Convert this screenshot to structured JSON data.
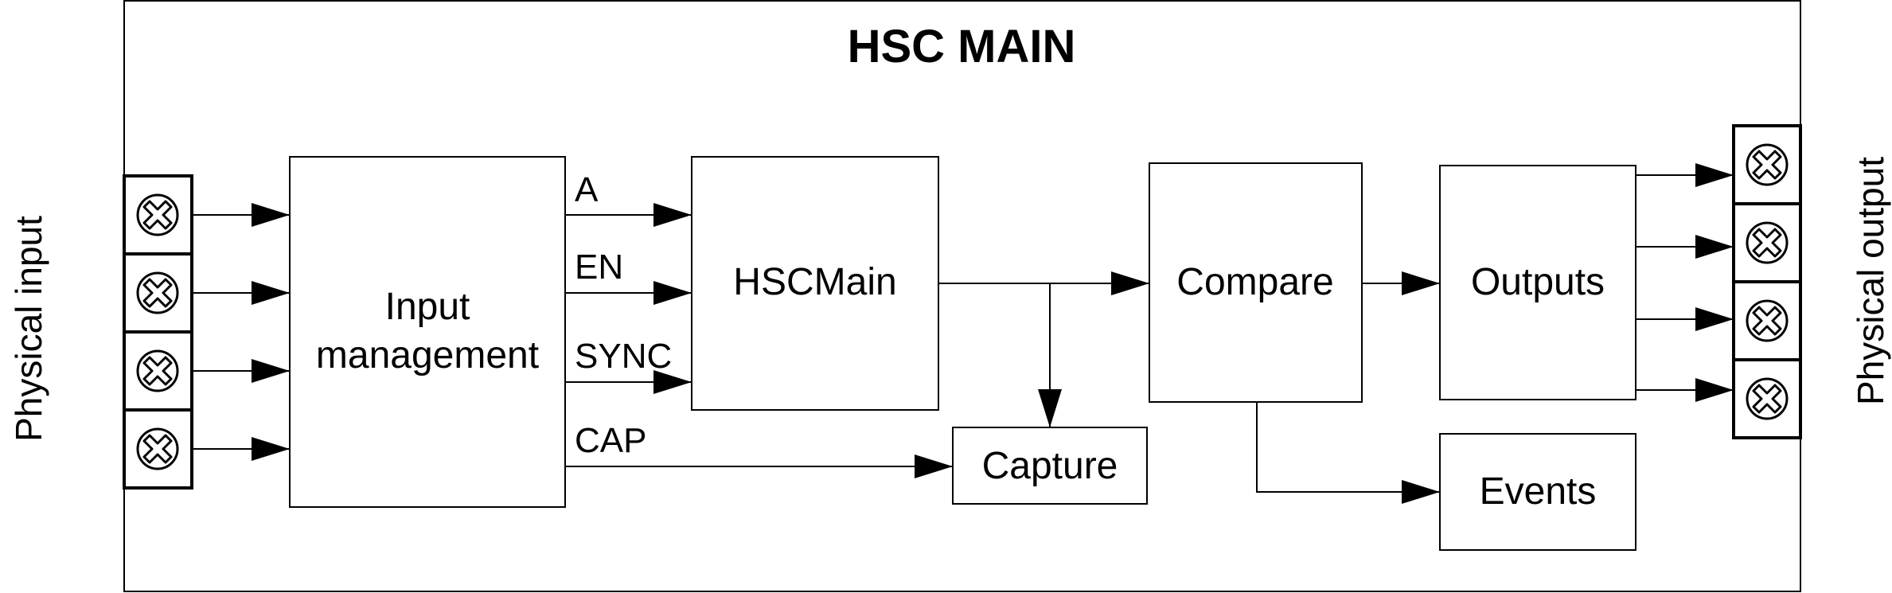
{
  "title": "HSC MAIN",
  "side_labels": {
    "input": "Physical input",
    "output": "Physical output"
  },
  "blocks": {
    "input_management": {
      "line1": "Input",
      "line2": "management"
    },
    "hsc_main": "HSCMain",
    "compare": "Compare",
    "outputs": "Outputs",
    "capture": "Capture",
    "events": "Events"
  },
  "signals": [
    "A",
    "EN",
    "SYNC",
    "CAP"
  ],
  "terminal_icon": "screw-terminal-icon",
  "input_terminal_count": 4,
  "output_terminal_count": 4
}
